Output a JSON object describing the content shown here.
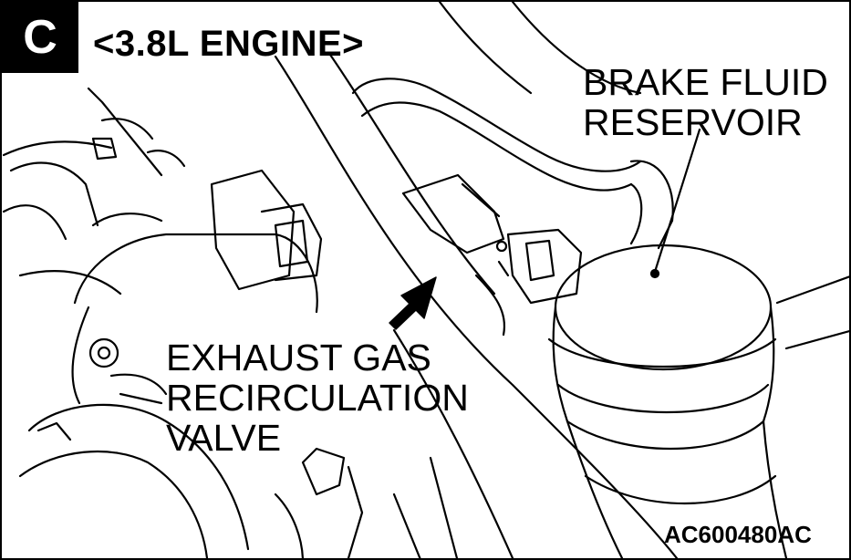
{
  "section_letter": "C",
  "engine_title": "<3.8L ENGINE>",
  "labels": {
    "brake_fluid_reservoir": [
      "BRAKE FLUID",
      "RESERVOIR"
    ],
    "egr_valve": [
      "EXHAUST GAS",
      "RECIRCULATION",
      "VALVE"
    ]
  },
  "figure_code": "AC600480AC"
}
